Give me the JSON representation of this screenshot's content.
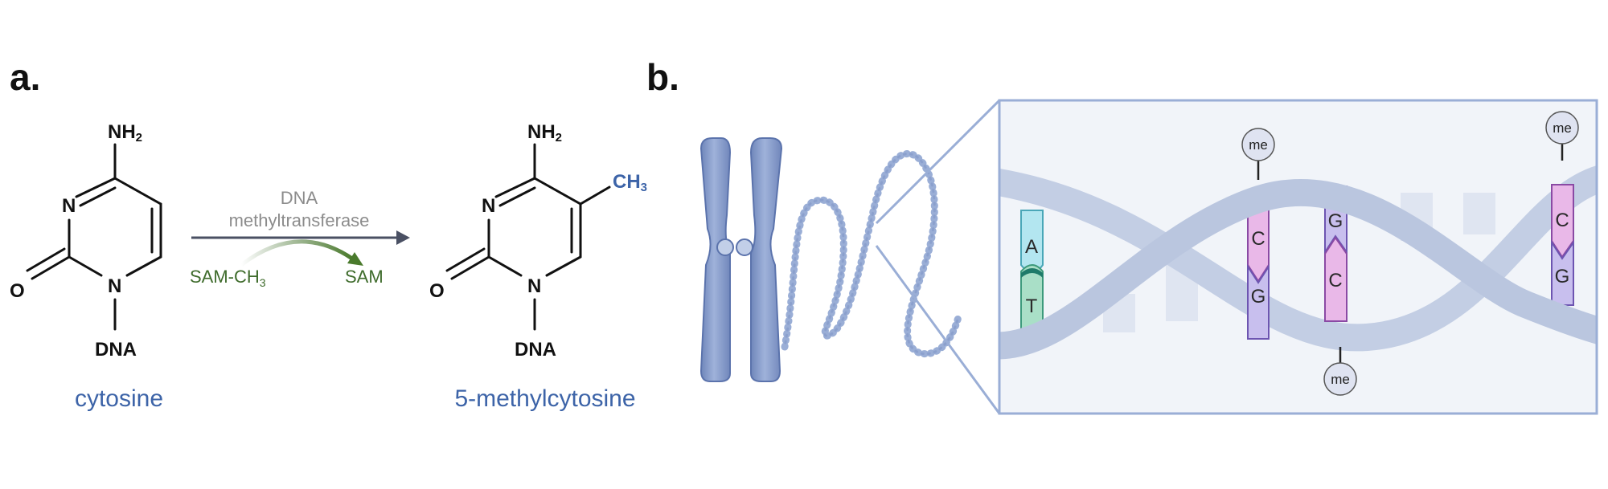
{
  "panel_a": {
    "label": "a.",
    "cytosine": {
      "nh2": "NH",
      "nh2_sub": "2",
      "n3": "N",
      "n1": "N",
      "o": "O",
      "dna": "DNA",
      "caption": "cytosine"
    },
    "reaction": {
      "enzyme_line1": "DNA",
      "enzyme_line2": "methyltransferase",
      "donor": "SAM-CH",
      "donor_sub": "3",
      "product": "SAM"
    },
    "methylcytosine": {
      "nh2": "NH",
      "nh2_sub": "2",
      "ch3": "CH",
      "ch3_sub": "3",
      "n3": "N",
      "n1": "N",
      "o": "O",
      "dna": "DNA",
      "caption": "5-methylcytosine"
    }
  },
  "panel_b": {
    "label": "b.",
    "base_pairs": [
      {
        "top": "A",
        "bottom": "T"
      },
      {
        "top": "C",
        "bottom": "G"
      },
      {
        "top": "G",
        "bottom": "C"
      },
      {
        "top": "C",
        "bottom": "G"
      }
    ],
    "methyl_tag": "me"
  },
  "colors": {
    "chromosome": "#8fa3cf",
    "dna_backbone": "#c0cce3",
    "zoom_box": "#9aaed6",
    "methyl_text": "#3d64a8",
    "sam_green": "#3e6b2b",
    "base_A": "#b3e6f0",
    "base_T": "#a9dfc7",
    "base_C": "#e9b8e8",
    "base_G": "#c8bfee"
  }
}
